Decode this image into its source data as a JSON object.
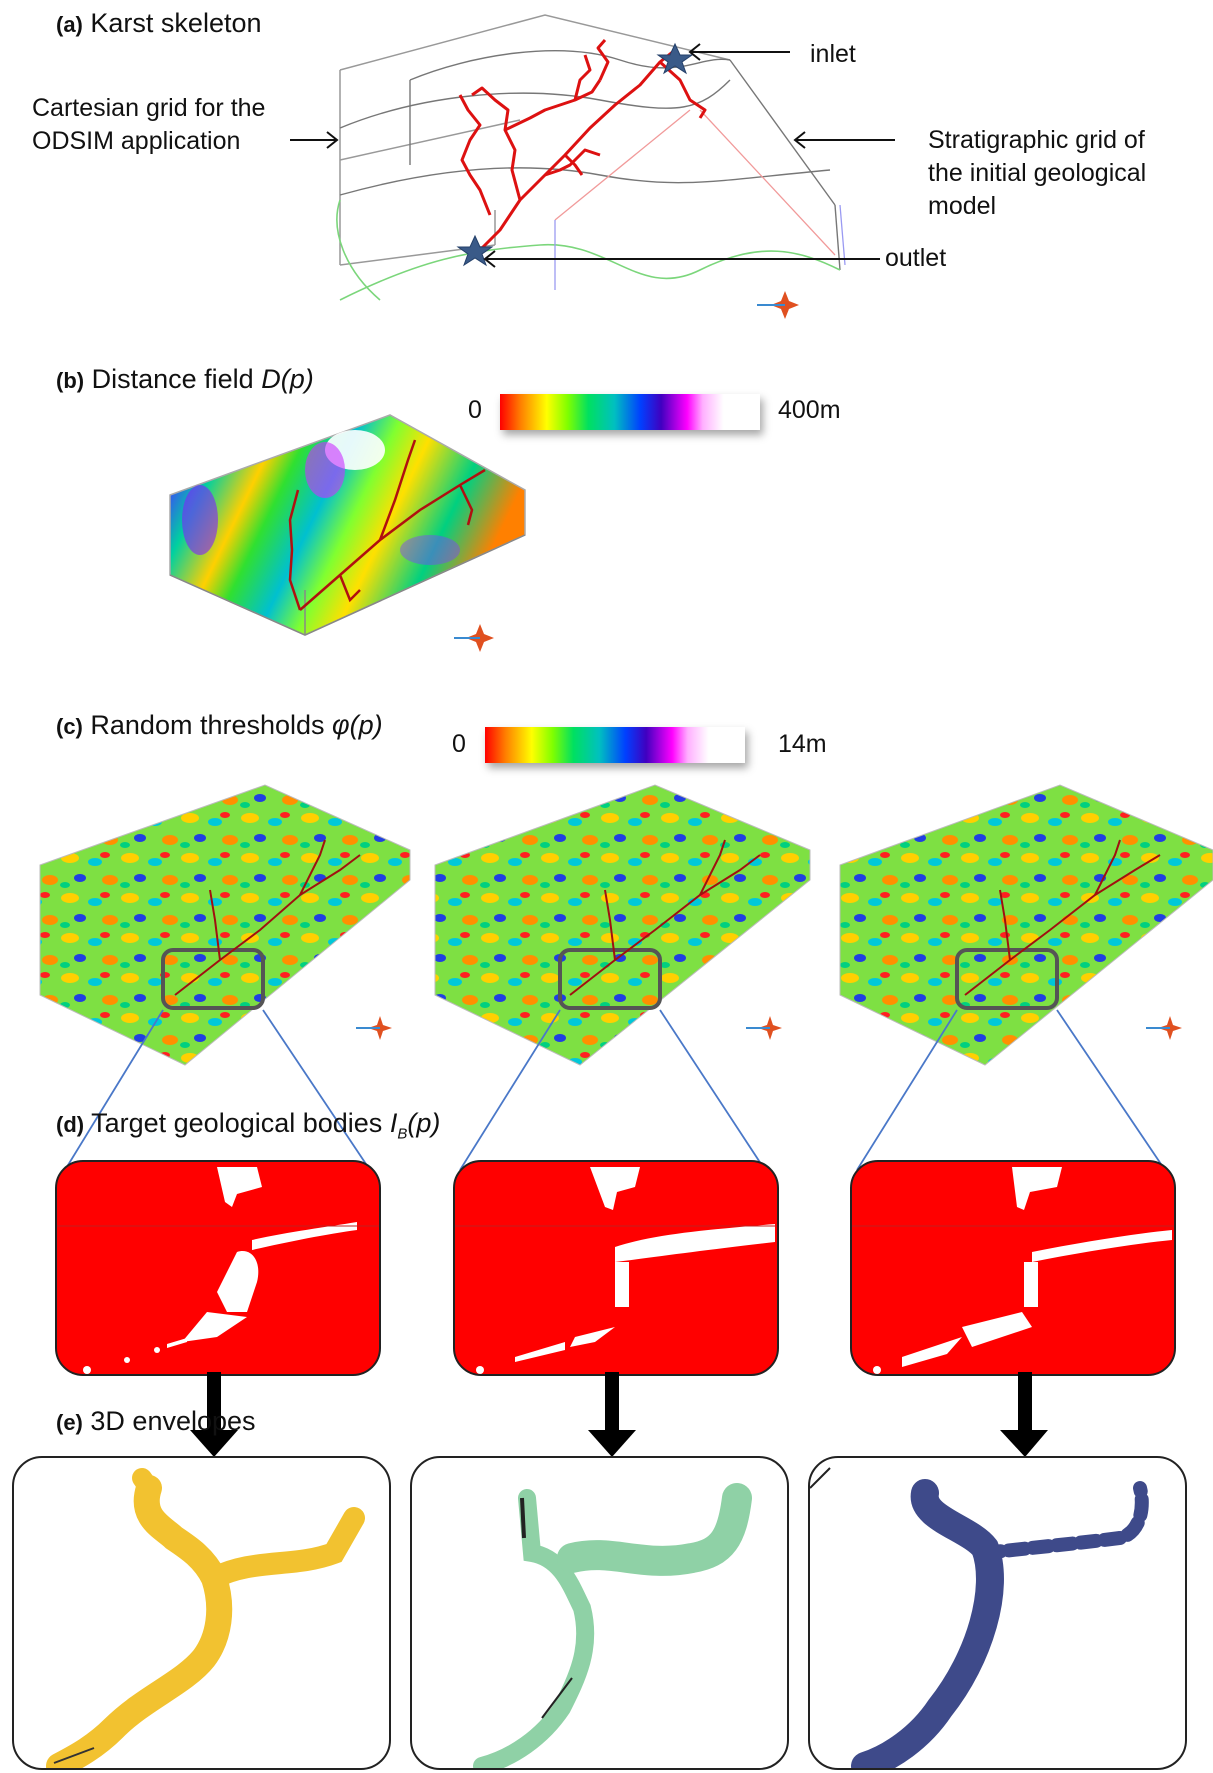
{
  "panel_a": {
    "tag": "(a)",
    "title": "Karst skeleton",
    "note_cartesian_line1": "Cartesian grid  for the",
    "note_cartesian_line2": "ODSIM application",
    "note_strat_line1": "Stratigraphic grid of",
    "note_strat_line2": "the initial geological",
    "note_strat_line3": "model",
    "inlet": "inlet",
    "outlet": "outlet"
  },
  "panel_b": {
    "tag": "(b)",
    "title": "Distance field ",
    "title_var": "D(p)",
    "scale_min": "0",
    "scale_max": "400m"
  },
  "panel_c": {
    "tag": "(c)",
    "title": "Random thresholds ",
    "title_var": "φ(p)",
    "scale_min": "0",
    "scale_max": "14m"
  },
  "panel_d": {
    "tag": "(d)",
    "title": "Target geological bodies ",
    "title_var": "I",
    "title_sub": "B",
    "title_arg": "(p)"
  },
  "panel_e": {
    "tag": "(e)",
    "title": "3D envelopes",
    "envelope_colors": [
      "#f2c230",
      "#8fd1a6",
      "#3e4a8a"
    ]
  },
  "colors": {
    "karst": "#dd1111",
    "star": "#3a5a88",
    "body_red": "#ff0000",
    "connector": "#4a78c8"
  }
}
